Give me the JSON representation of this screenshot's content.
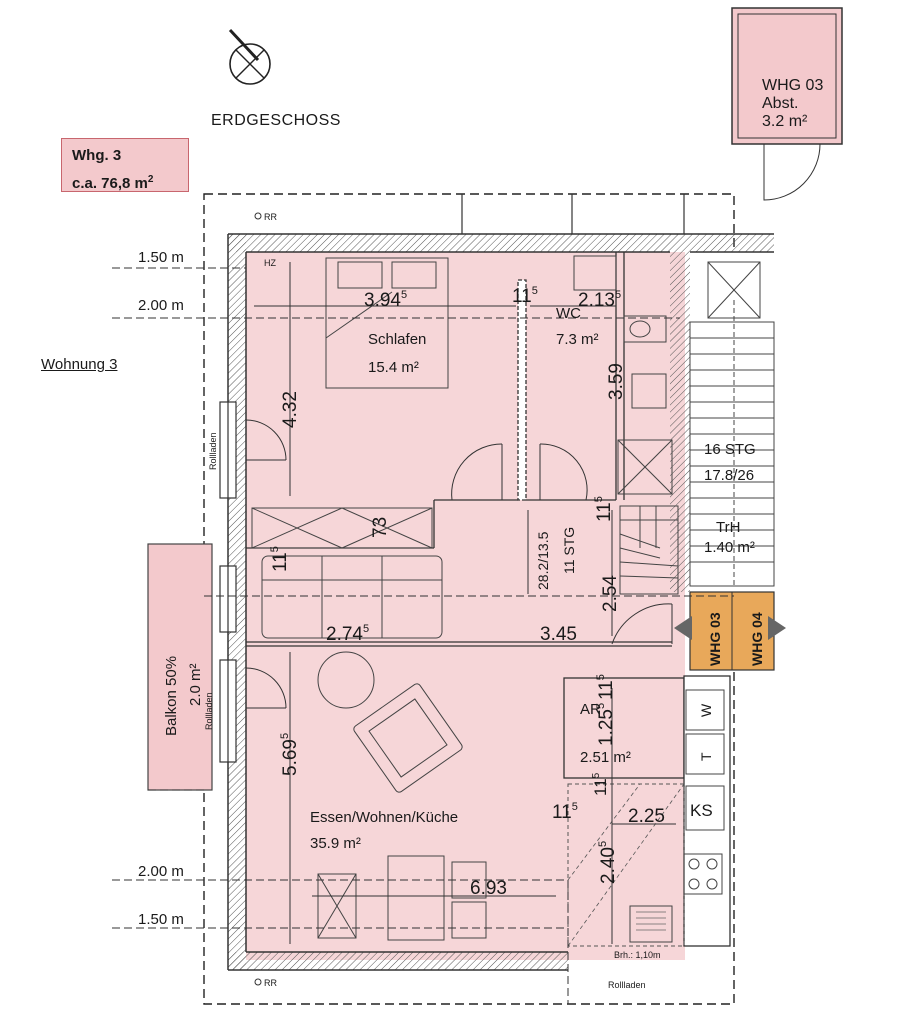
{
  "header": {
    "floor_title": "ERDGESCHOSS",
    "unit_box_line1": "Whg. 3",
    "unit_box_line2_prefix": "c.a. 76,8 m",
    "unit_box_line2_sup": "2",
    "unit_label": "Wohnung 3"
  },
  "storage": {
    "line1": "WHG 03",
    "line2": "Abst.",
    "line3": "3.2 m²"
  },
  "markers": {
    "rr_top": "RR",
    "rr_bottom": "RR",
    "hz": "HZ",
    "level_150_top": "1.50 m",
    "level_200_top": "2.00 m",
    "level_200_bottom": "2.00 m",
    "level_150_bottom": "1.50 m",
    "rollladen_left_top": "Rollladen",
    "rollladen_left_bottom": "Rollladen",
    "rollladen_bottom": "Rollladen",
    "window_bottom": "Brh.: 1,10m"
  },
  "rooms": {
    "schlafen_name": "Schlafen",
    "schlafen_area": "15.4 m²",
    "wc_name": "WC",
    "wc_area": "7.3 m²",
    "wohnen_name": "Essen/Wohnen/Küche",
    "wohnen_area": "35.9 m²",
    "ar_name": "AR",
    "ar_area": "2.51 m²",
    "trh_name": "TrH",
    "trh_area": "1.40 m²",
    "stair_16": "16 STG",
    "stair_17": "17.8/26",
    "balkon_name": "Balkon 50%",
    "balkon_area": "2.0 m²",
    "stair_11_a": "28.2/13.5",
    "stair_11_b": "11 STG"
  },
  "dims": {
    "d394": "3.94",
    "d394_sup": "5",
    "d11a": "11",
    "d11a_sup": "5",
    "d213": "2.13",
    "d213_sup": "5",
    "d432": "4.32",
    "d359": "3.59",
    "d73": "73",
    "d11b": "11",
    "d11b_sup": "5",
    "d11c": "11",
    "d11c_sup": "5",
    "d274": "2.74",
    "d274_sup": "5",
    "d345": "3.45",
    "d254": "2.54",
    "d11d": "11",
    "d11d_sup": "5",
    "d125": "1.25",
    "d125_sup": "5",
    "d11e": "11",
    "d11e_sup": "5",
    "d569": "5.69",
    "d569_sup": "5",
    "d11f": "11",
    "d11f_sup": "5",
    "d225": "2.25",
    "d240": "2.40",
    "d240_sup": "5",
    "d693": "6.93"
  },
  "appliances": {
    "w": "W",
    "t": "T",
    "ks": "KS"
  },
  "doors": {
    "whg03": "WHG 03",
    "whg04": "WHG 04"
  },
  "colors": {
    "room_fill": "#f6d6d8",
    "wall": "#3a3a3a",
    "box_fill": "#f3c9cc",
    "door_whg04": "#e8a85a"
  }
}
